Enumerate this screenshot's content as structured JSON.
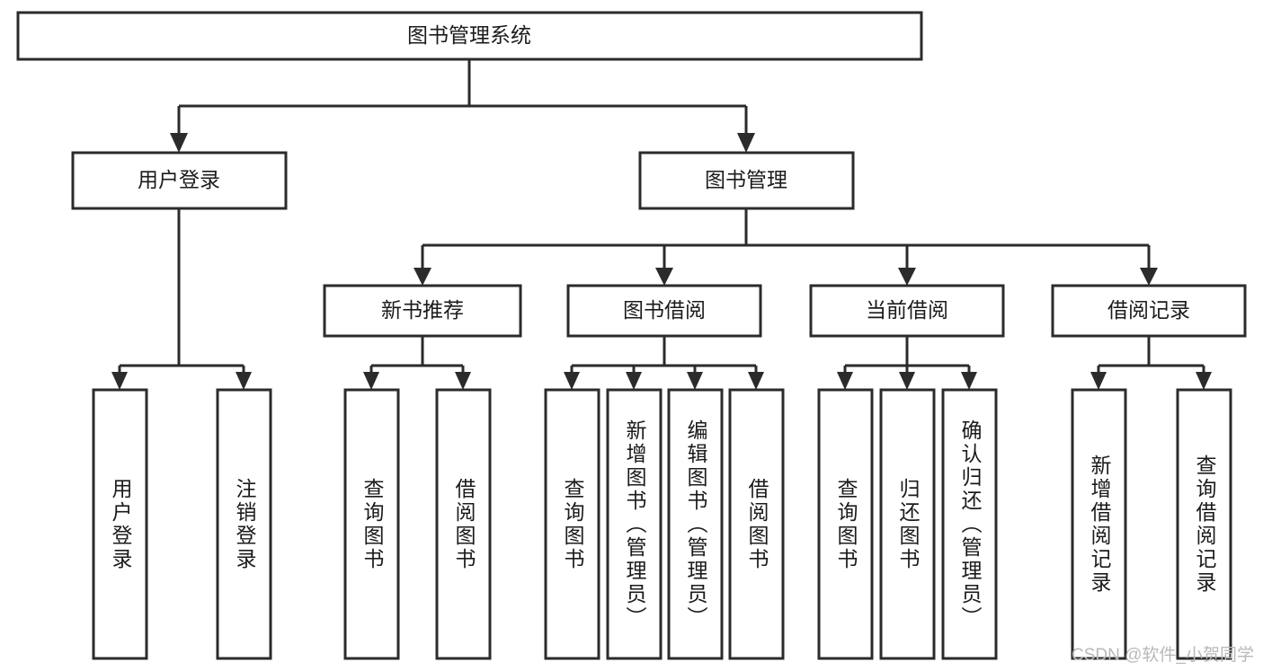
{
  "diagram": {
    "title": "图书管理系统",
    "type": "tree",
    "watermark": "CSDN @软件_小贺同学",
    "colors": {
      "stroke": "#2b2b2b",
      "fill": "#ffffff",
      "text": "#1b1b1b",
      "watermark": "#b9b9b9",
      "background": "#ffffff"
    },
    "root": {
      "label": "图书管理系统",
      "orientation": "horizontal"
    },
    "level2": [
      {
        "label": "用户登录",
        "orientation": "horizontal"
      },
      {
        "label": "图书管理",
        "orientation": "horizontal"
      }
    ],
    "level3": [
      {
        "label": "新书推荐",
        "orientation": "horizontal"
      },
      {
        "label": "图书借阅",
        "orientation": "horizontal"
      },
      {
        "label": "当前借阅",
        "orientation": "horizontal"
      },
      {
        "label": "借阅记录",
        "orientation": "horizontal"
      }
    ],
    "leaves": {
      "user_login": [
        {
          "label": "用户登录",
          "orientation": "vertical"
        },
        {
          "label": "注销登录",
          "orientation": "vertical"
        }
      ],
      "new_book_recommend": [
        {
          "label": "查询图书",
          "orientation": "vertical"
        },
        {
          "label": "借阅图书",
          "orientation": "vertical"
        }
      ],
      "book_borrow": [
        {
          "label": "查询图书",
          "orientation": "vertical"
        },
        {
          "label": "新增图书（管理员）",
          "orientation": "vertical"
        },
        {
          "label": "编辑图书（管理员）",
          "orientation": "vertical"
        },
        {
          "label": "借阅图书",
          "orientation": "vertical"
        }
      ],
      "current_borrow": [
        {
          "label": "查询图书",
          "orientation": "vertical"
        },
        {
          "label": "归还图书",
          "orientation": "vertical"
        },
        {
          "label": "确认归还（管理员）",
          "orientation": "vertical"
        }
      ],
      "borrow_record": [
        {
          "label": "新增借阅记录",
          "orientation": "vertical"
        },
        {
          "label": "查询借阅记录",
          "orientation": "vertical"
        }
      ]
    }
  }
}
